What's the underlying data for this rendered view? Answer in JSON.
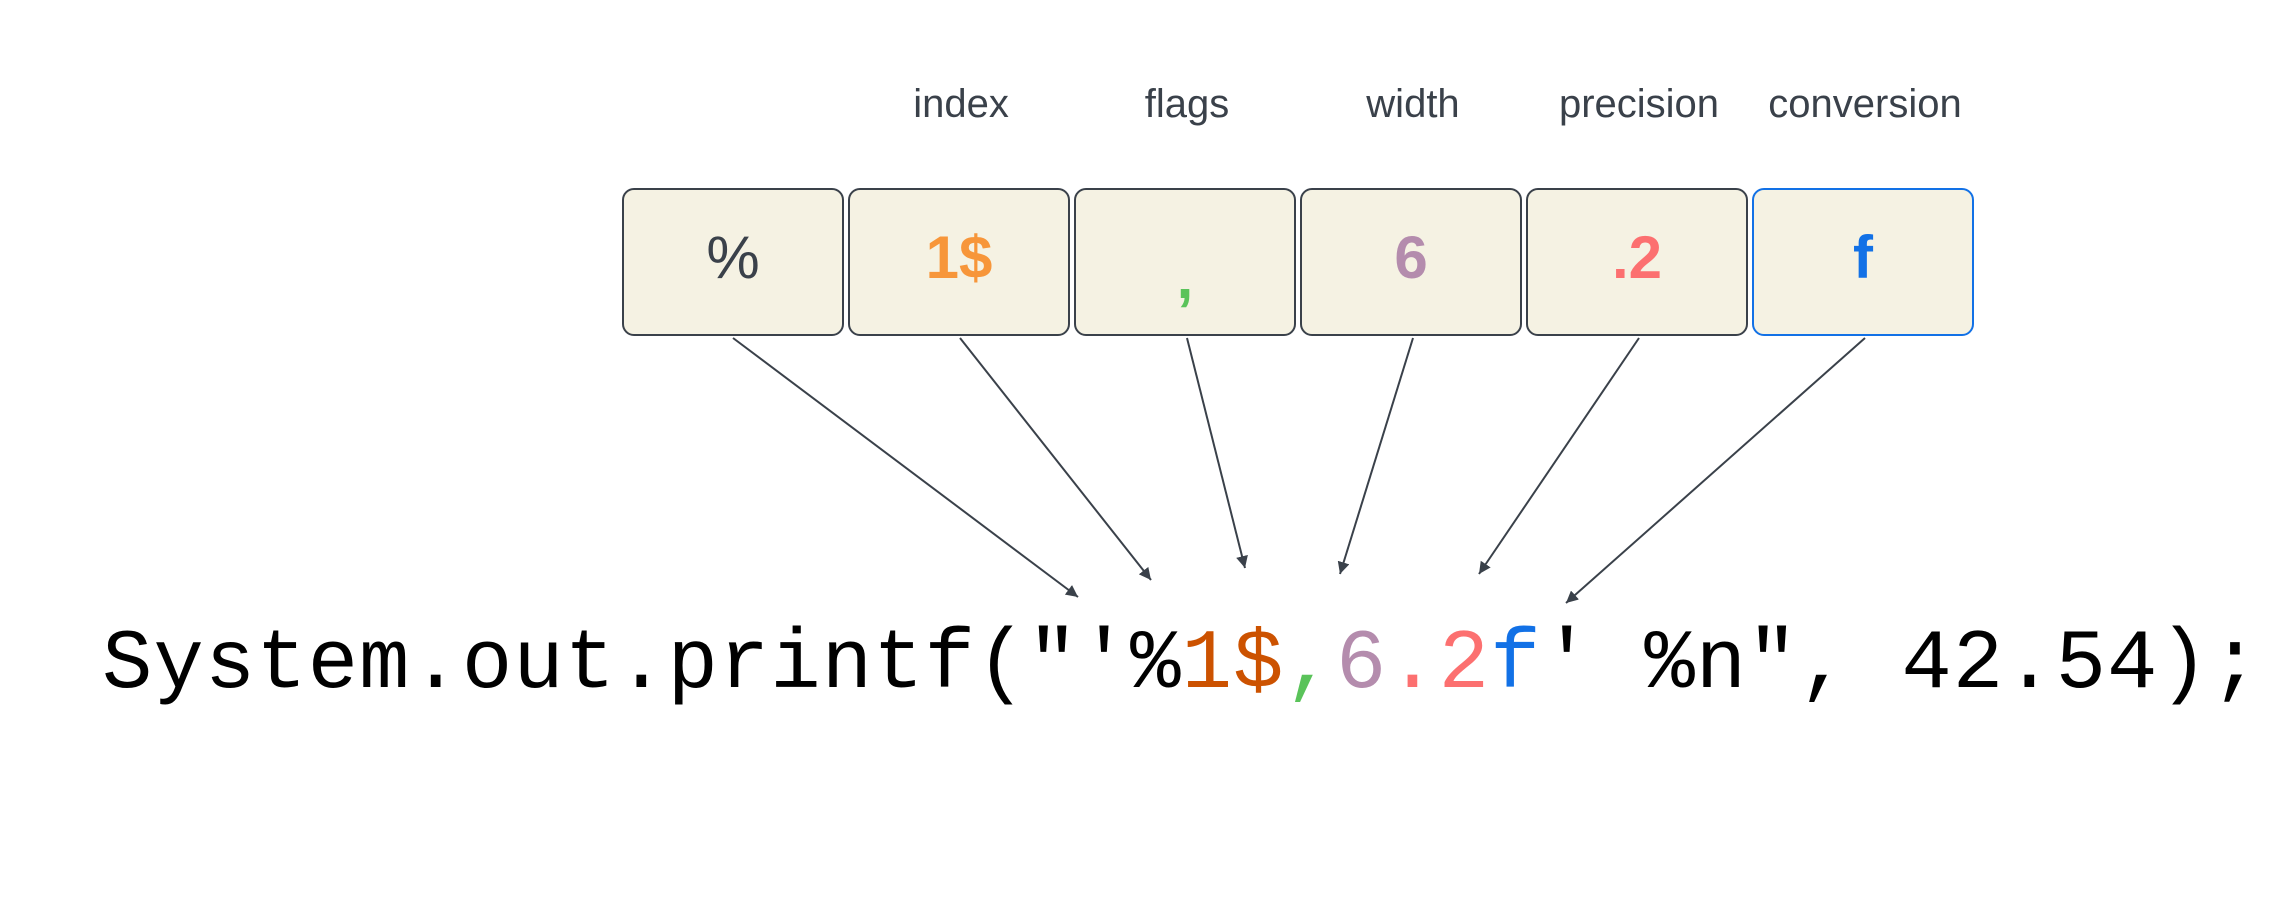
{
  "labels": [
    "index",
    "flags",
    "width",
    "precision",
    "conversion"
  ],
  "boxes": [
    {
      "symbol": "%",
      "role": "percent",
      "color": "#3a414a"
    },
    {
      "symbol": "1$",
      "role": "index",
      "color": "#f7963a"
    },
    {
      "symbol": ",",
      "role": "flags",
      "color": "#5ac35a"
    },
    {
      "symbol": "6",
      "role": "width",
      "color": "#b48cad"
    },
    {
      "symbol": ".2",
      "role": "precision",
      "color": "#fc7070"
    },
    {
      "symbol": "f",
      "role": "conversion",
      "color": "#1271e6"
    }
  ],
  "colors": {
    "box_fill": "#f5f2e3",
    "box_border": "#3a414a",
    "conversion_border": "#1271e6",
    "arrow": "#3a414a",
    "label_text": "#3a414a"
  },
  "code": {
    "prefix": "System.out.printf(\"'%",
    "index": "1$",
    "flag": ",",
    "width": "6",
    "precision": ".2",
    "conversion": "f",
    "suffix": "' %n\", 42.54);",
    "colors": {
      "index": "#cc5200",
      "flag": "#5ac35a",
      "width": "#b48cad",
      "precision": "#fc7070",
      "conversion": "#1271e6"
    }
  }
}
